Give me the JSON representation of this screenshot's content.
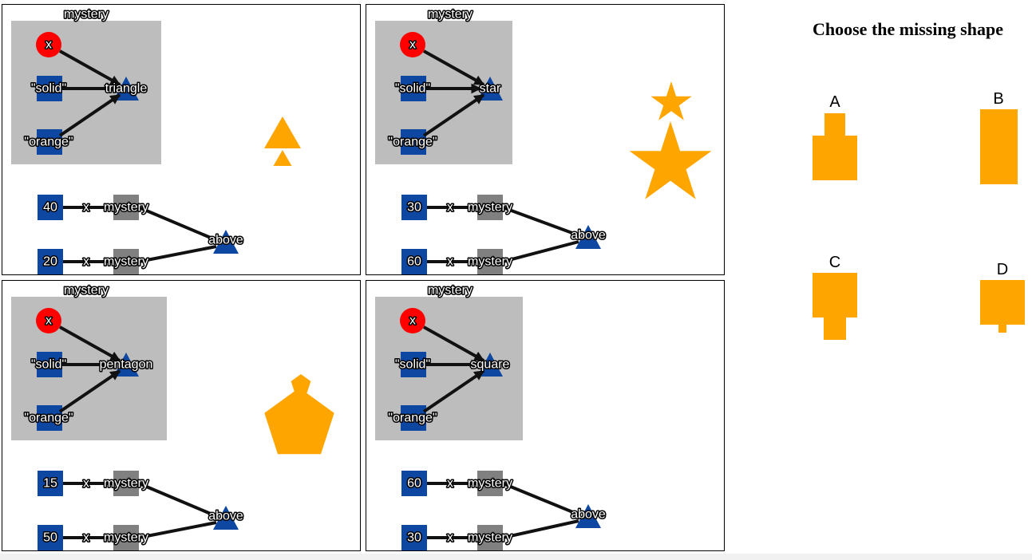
{
  "question": "Choose the missing shape",
  "colors": {
    "node_blue": "#0d47a1",
    "node_red": "#ff0000",
    "node_gray": "#808080",
    "box_gray": "#bdbdbd",
    "shape_orange": "#ffa500",
    "edge": "#111111"
  },
  "panels": [
    {
      "box_label": "mystery",
      "param_label": "x",
      "style_label": "\"solid\"",
      "color_label": "\"orange\"",
      "func_label": "triangle",
      "top_value": "40",
      "bottom_value": "20",
      "arg_label": "x",
      "call_label": "mystery",
      "combine_label": "above"
    },
    {
      "box_label": "mystery",
      "param_label": "x",
      "style_label": "\"solid\"",
      "color_label": "\"orange\"",
      "func_label": "star",
      "top_value": "30",
      "bottom_value": "60",
      "arg_label": "x",
      "call_label": "mystery",
      "combine_label": "above"
    },
    {
      "box_label": "mystery",
      "param_label": "x",
      "style_label": "\"solid\"",
      "color_label": "\"orange\"",
      "func_label": "pentagon",
      "top_value": "15",
      "bottom_value": "50",
      "arg_label": "x",
      "call_label": "mystery",
      "combine_label": "above"
    },
    {
      "box_label": "mystery",
      "param_label": "x",
      "style_label": "\"solid\"",
      "color_label": "\"orange\"",
      "func_label": "square",
      "top_value": "60",
      "bottom_value": "30",
      "arg_label": "x",
      "call_label": "mystery",
      "combine_label": "above"
    }
  ],
  "options": [
    {
      "letter": "A"
    },
    {
      "letter": "B"
    },
    {
      "letter": "C"
    },
    {
      "letter": "D"
    }
  ]
}
